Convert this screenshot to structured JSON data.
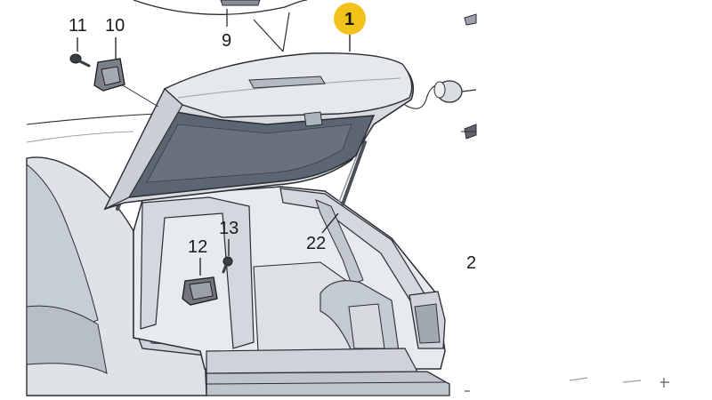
{
  "labels": {
    "l11": "11",
    "l10": "10",
    "l9": "9",
    "l1": "1",
    "l13": "13",
    "l12": "12",
    "l22": "22",
    "l2": "2"
  },
  "colors": {
    "callout": "#f2c21a",
    "body_light": "#e3e6ea",
    "body_mid": "#c9ced4",
    "panel_dark": "#5a6470",
    "outline": "#2a2e33",
    "part_grey": "#6b7178"
  }
}
